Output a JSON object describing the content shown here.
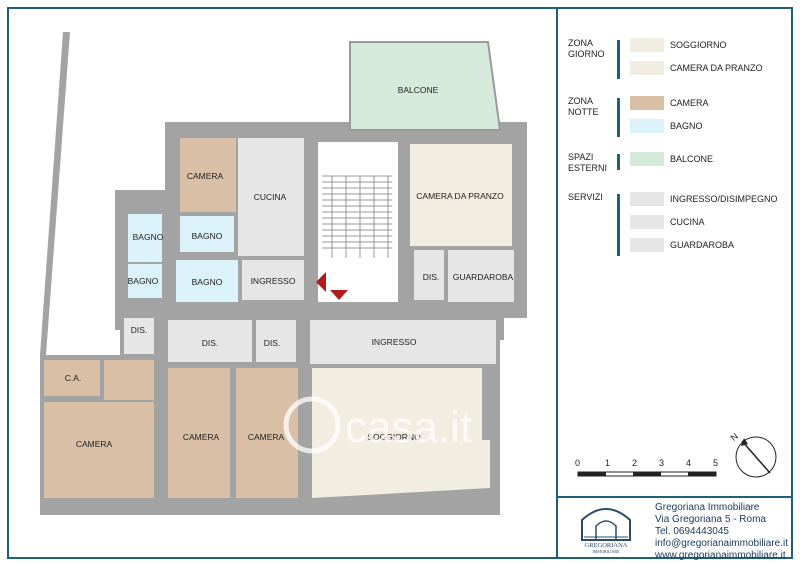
{
  "rooms": {
    "balcone": "BALCONE",
    "camera_top": "CAMERA",
    "cucina": "CUCINA",
    "camera_da_pranzo": "CAMERA DA PRANZO",
    "bagno_left": "BAGNO",
    "bagno_mid": "BAGNO",
    "bagno_small": "BAGNO",
    "bagno_lower": "BAGNO",
    "ingresso_top": "INGRESSO",
    "dis_right": "DIS.",
    "guardaroba": "GUARDAROBA",
    "dis_left": "DIS.",
    "dis_mid": "DIS.",
    "dis_center": "DIS.",
    "ingresso_main": "INGRESSO",
    "ca": "C.A.",
    "camera_left": "CAMERA",
    "camera_mid1": "CAMERA",
    "camera_mid2": "CAMERA",
    "soggiorno": "SOGGIORNO"
  },
  "legend": {
    "groups": [
      {
        "title": "ZONA\nGIORNO",
        "items": [
          {
            "label": "SOGGIORNO",
            "color": "#f1ede0"
          },
          {
            "label": "CAMERA DA PRANZO",
            "color": "#f1ede0"
          }
        ]
      },
      {
        "title": "ZONA\nNOTTE",
        "items": [
          {
            "label": "CAMERA",
            "color": "#d9bfa5"
          },
          {
            "label": "BAGNO",
            "color": "#dcf2fb"
          }
        ]
      },
      {
        "title": "SPAZI\nESTERNI",
        "items": [
          {
            "label": "BALCONE",
            "color": "#d6eadb"
          }
        ]
      },
      {
        "title": "SERVIZI",
        "items": [
          {
            "label": "INGRESSO/DISIMPEGNO",
            "color": "#e6e6e6"
          },
          {
            "label": "CUCINA",
            "color": "#e6e6e6"
          },
          {
            "label": "GUARDAROBA",
            "color": "#e6e6e6"
          }
        ]
      }
    ]
  },
  "scale": {
    "ticks": [
      "0",
      "1",
      "2",
      "3",
      "4",
      "5"
    ]
  },
  "compass": {
    "label": "N"
  },
  "watermark": "casa.it",
  "company": {
    "logo_text": "GREGORIANA",
    "logo_sub": "IMMOBILIARE",
    "name": "Gregoriana Immobiliare",
    "address": "Via Gregoriana 5 - Roma",
    "phone": "Tel. 0694443045",
    "email": "info@gregorianaimmobiliare.it",
    "website": "www.gregorianaimmobiliare.it"
  },
  "colors": {
    "wall": "#a3a3a3",
    "frame": "#1f5f7a",
    "arrow": "#b01c1c"
  }
}
